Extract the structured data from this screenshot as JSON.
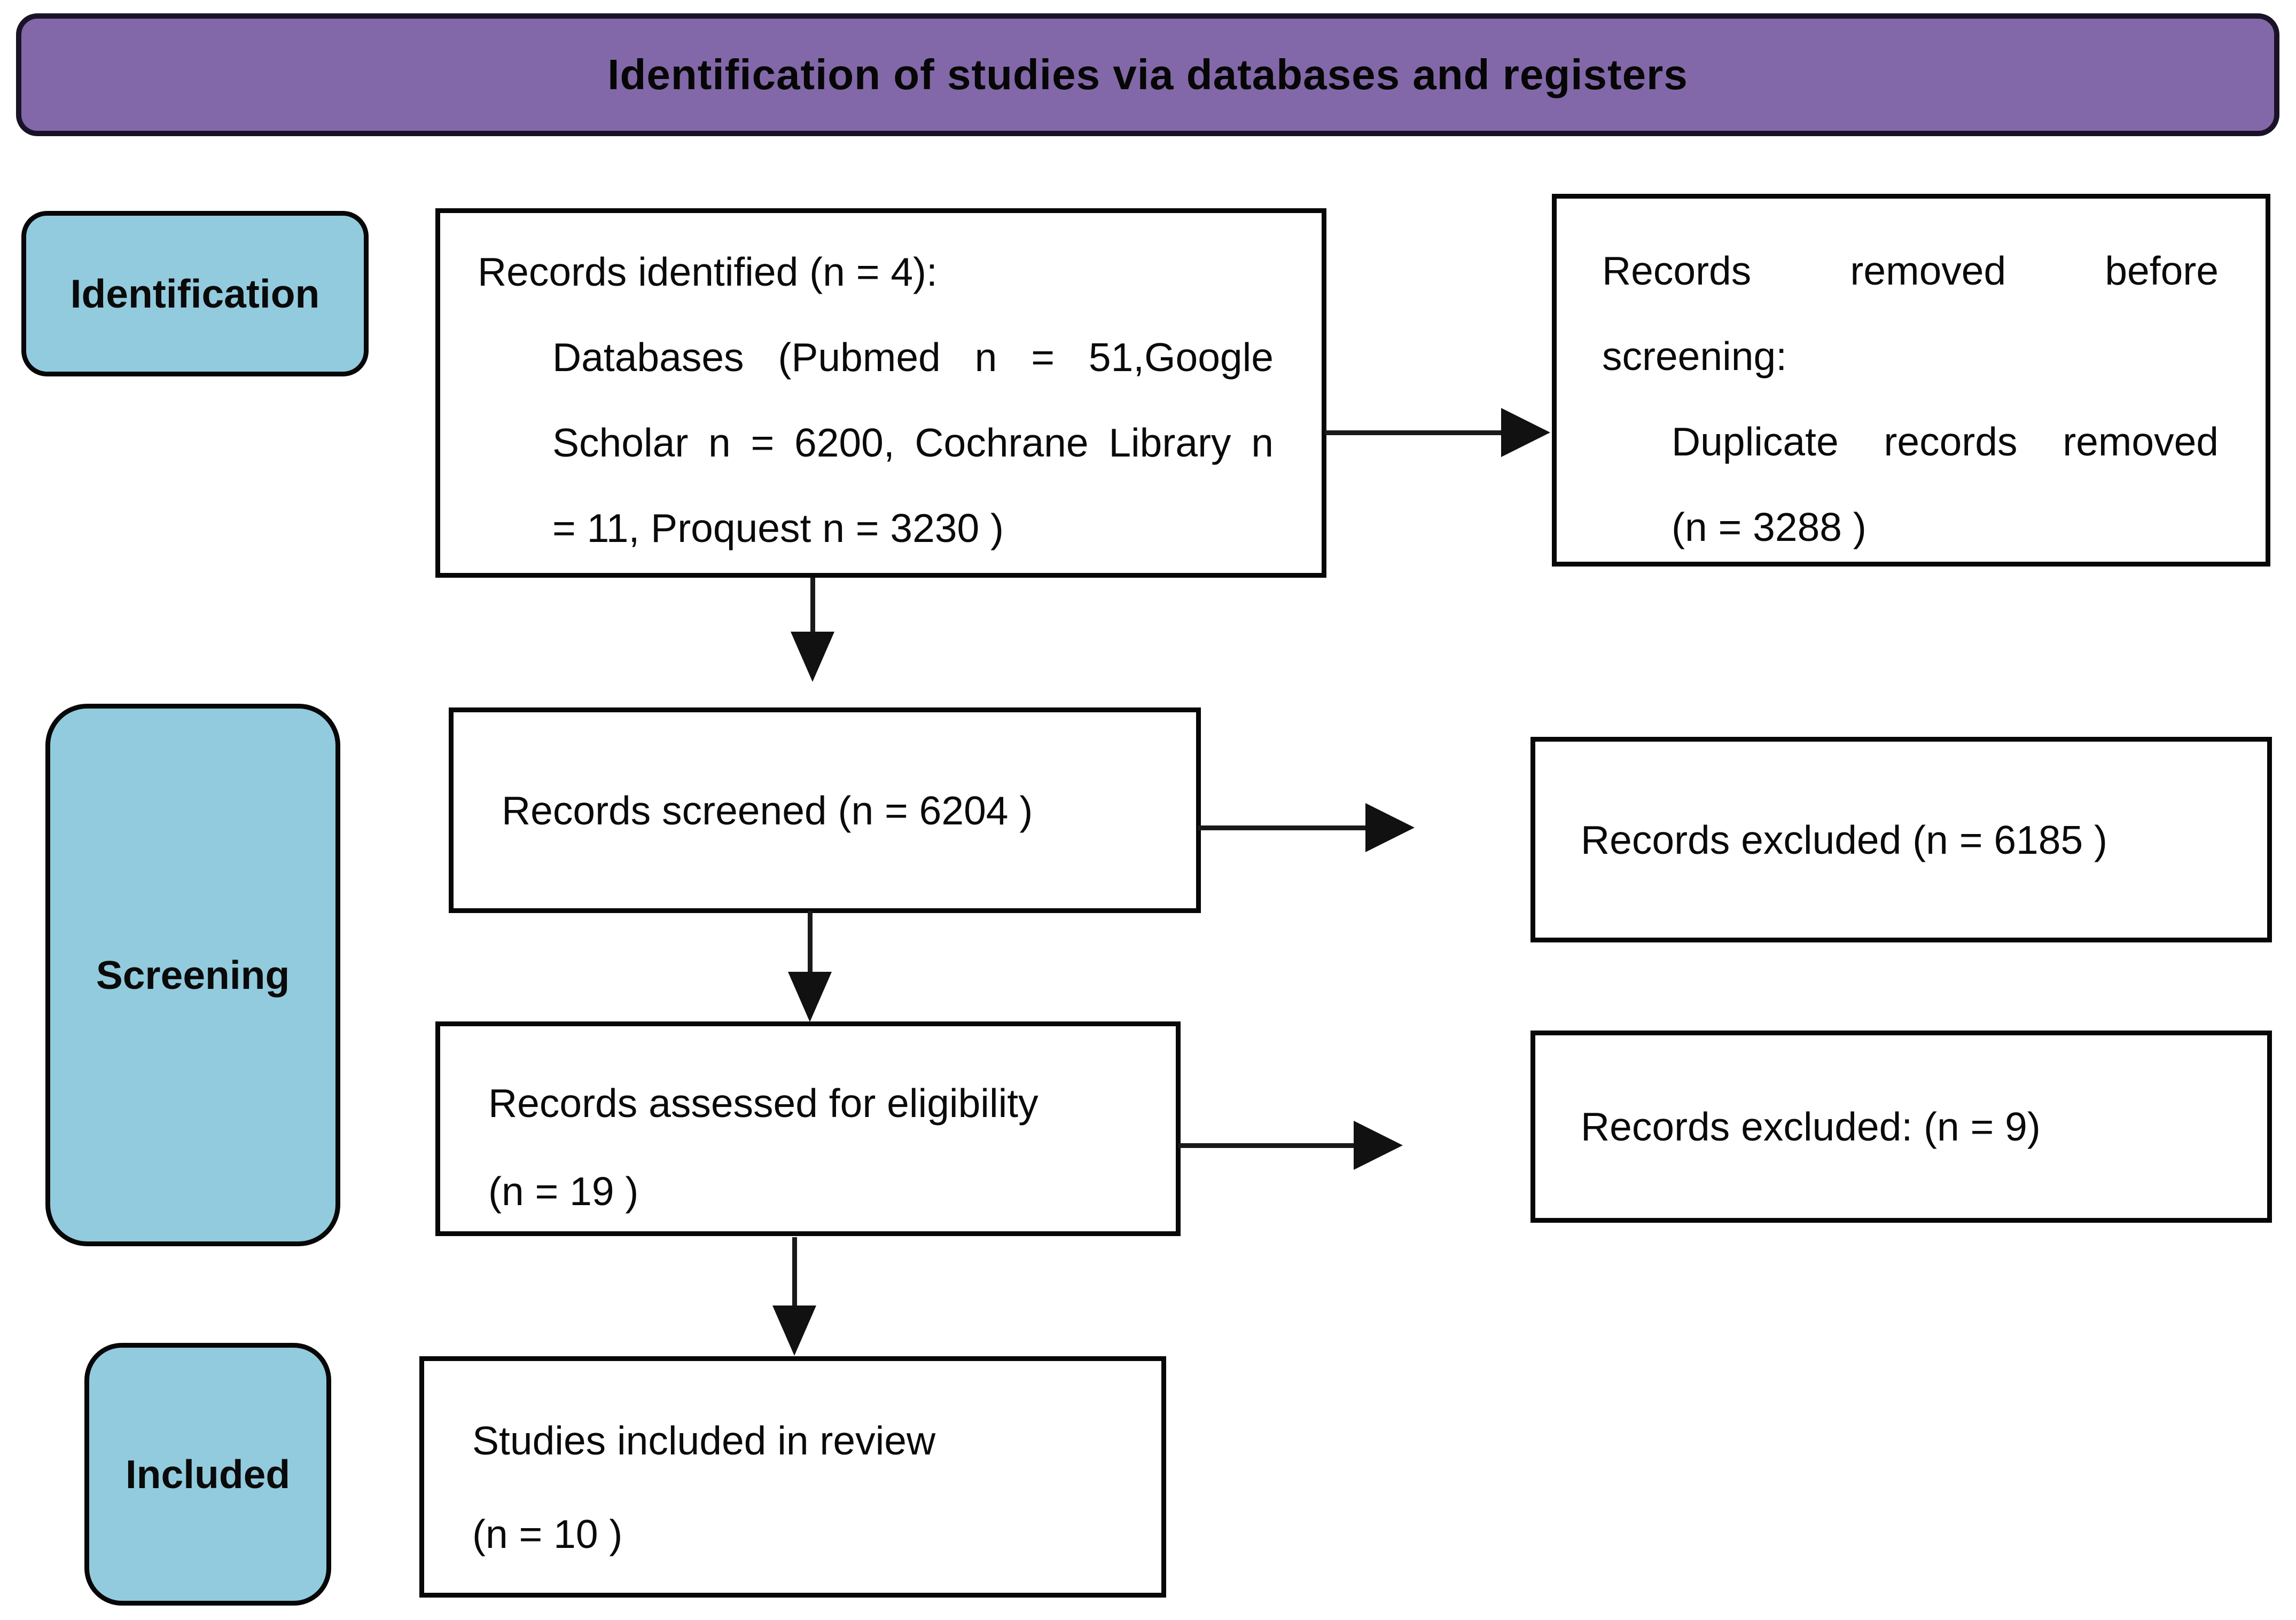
{
  "title": "Identification of studies via databases and registers",
  "colors": {
    "banner_fill": "#8268A8",
    "stage_fill": "#92CBDD",
    "box_border": "#070707",
    "background": "#ffffff"
  },
  "stages": [
    {
      "label": "Identification"
    },
    {
      "label": "Screening"
    },
    {
      "label": "Included"
    }
  ],
  "boxes": {
    "identified": {
      "lines": [
        "Records identified (n = 4):",
        "Databases (Pubmed n = 51,Google",
        "Scholar n = 6200, Cochrane Library n",
        "= 11, Proquest n = 3230 )"
      ]
    },
    "removed": {
      "lines": [
        "Records removed before",
        "screening:",
        "Duplicate records removed",
        "(n = 3288 )"
      ]
    },
    "screened": {
      "text": "Records screened (n = 6204 )"
    },
    "excluded_screening": {
      "text": "Records excluded (n = 6185 )"
    },
    "assessed": {
      "lines": [
        "Records assessed for eligibility",
        "(n = 19 )"
      ]
    },
    "excluded_eligibility": {
      "text": "Records excluded: (n = 9)"
    },
    "included_review": {
      "lines": [
        "Studies included in review",
        "(n = 10 )"
      ]
    }
  }
}
